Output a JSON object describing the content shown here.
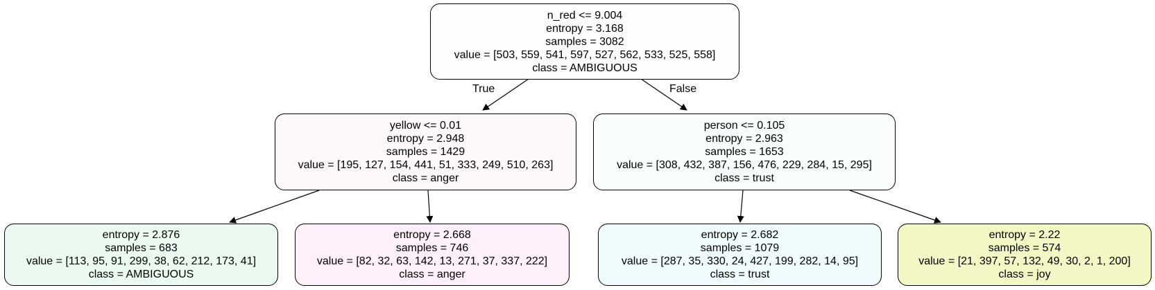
{
  "tree": {
    "root": {
      "split": "n_red <= 9.004",
      "entropy": "entropy = 3.168",
      "samples": "samples = 3082",
      "value": "value = [503, 559, 541, 597, 527, 562, 533, 525, 558]",
      "class": "class = AMBIGUOUS",
      "fill": "#fdfefe"
    },
    "left": {
      "split": "yellow <= 0.01",
      "entropy": "entropy = 2.948",
      "samples": "samples = 1429",
      "value": "value = [195, 127, 154, 441, 51, 333, 249, 510, 263]",
      "class": "class = anger",
      "fill": "#fef8fc"
    },
    "right": {
      "split": "person <= 0.105",
      "entropy": "entropy = 2.963",
      "samples": "samples = 1653",
      "value": "value = [308, 432, 387, 156, 476, 229, 284, 15, 295]",
      "class": "class = trust",
      "fill": "#f9fdfe"
    },
    "leaf1": {
      "entropy": "entropy = 2.876",
      "samples": "samples = 683",
      "value": "value = [113, 95, 91, 299, 38, 62, 212, 173, 41]",
      "class": "class = AMBIGUOUS",
      "fill": "#ebfaf0"
    },
    "leaf2": {
      "entropy": "entropy = 2.668",
      "samples": "samples = 746",
      "value": "value = [82, 32, 63, 142, 13, 271, 37, 337, 222]",
      "class": "class = anger",
      "fill": "#fdf0fa"
    },
    "leaf3": {
      "entropy": "entropy = 2.682",
      "samples": "samples = 1079",
      "value": "value = [287, 35, 330, 24, 427, 199, 282, 14, 95]",
      "class": "class = trust",
      "fill": "#effbfc"
    },
    "leaf4": {
      "entropy": "entropy = 2.22",
      "samples": "samples = 574",
      "value": "value = [21, 397, 57, 132, 49, 30, 2, 1, 200]",
      "class": "class = joy",
      "fill": "#f2f7c4"
    }
  },
  "edges": {
    "true_label": "True",
    "false_label": "False"
  }
}
